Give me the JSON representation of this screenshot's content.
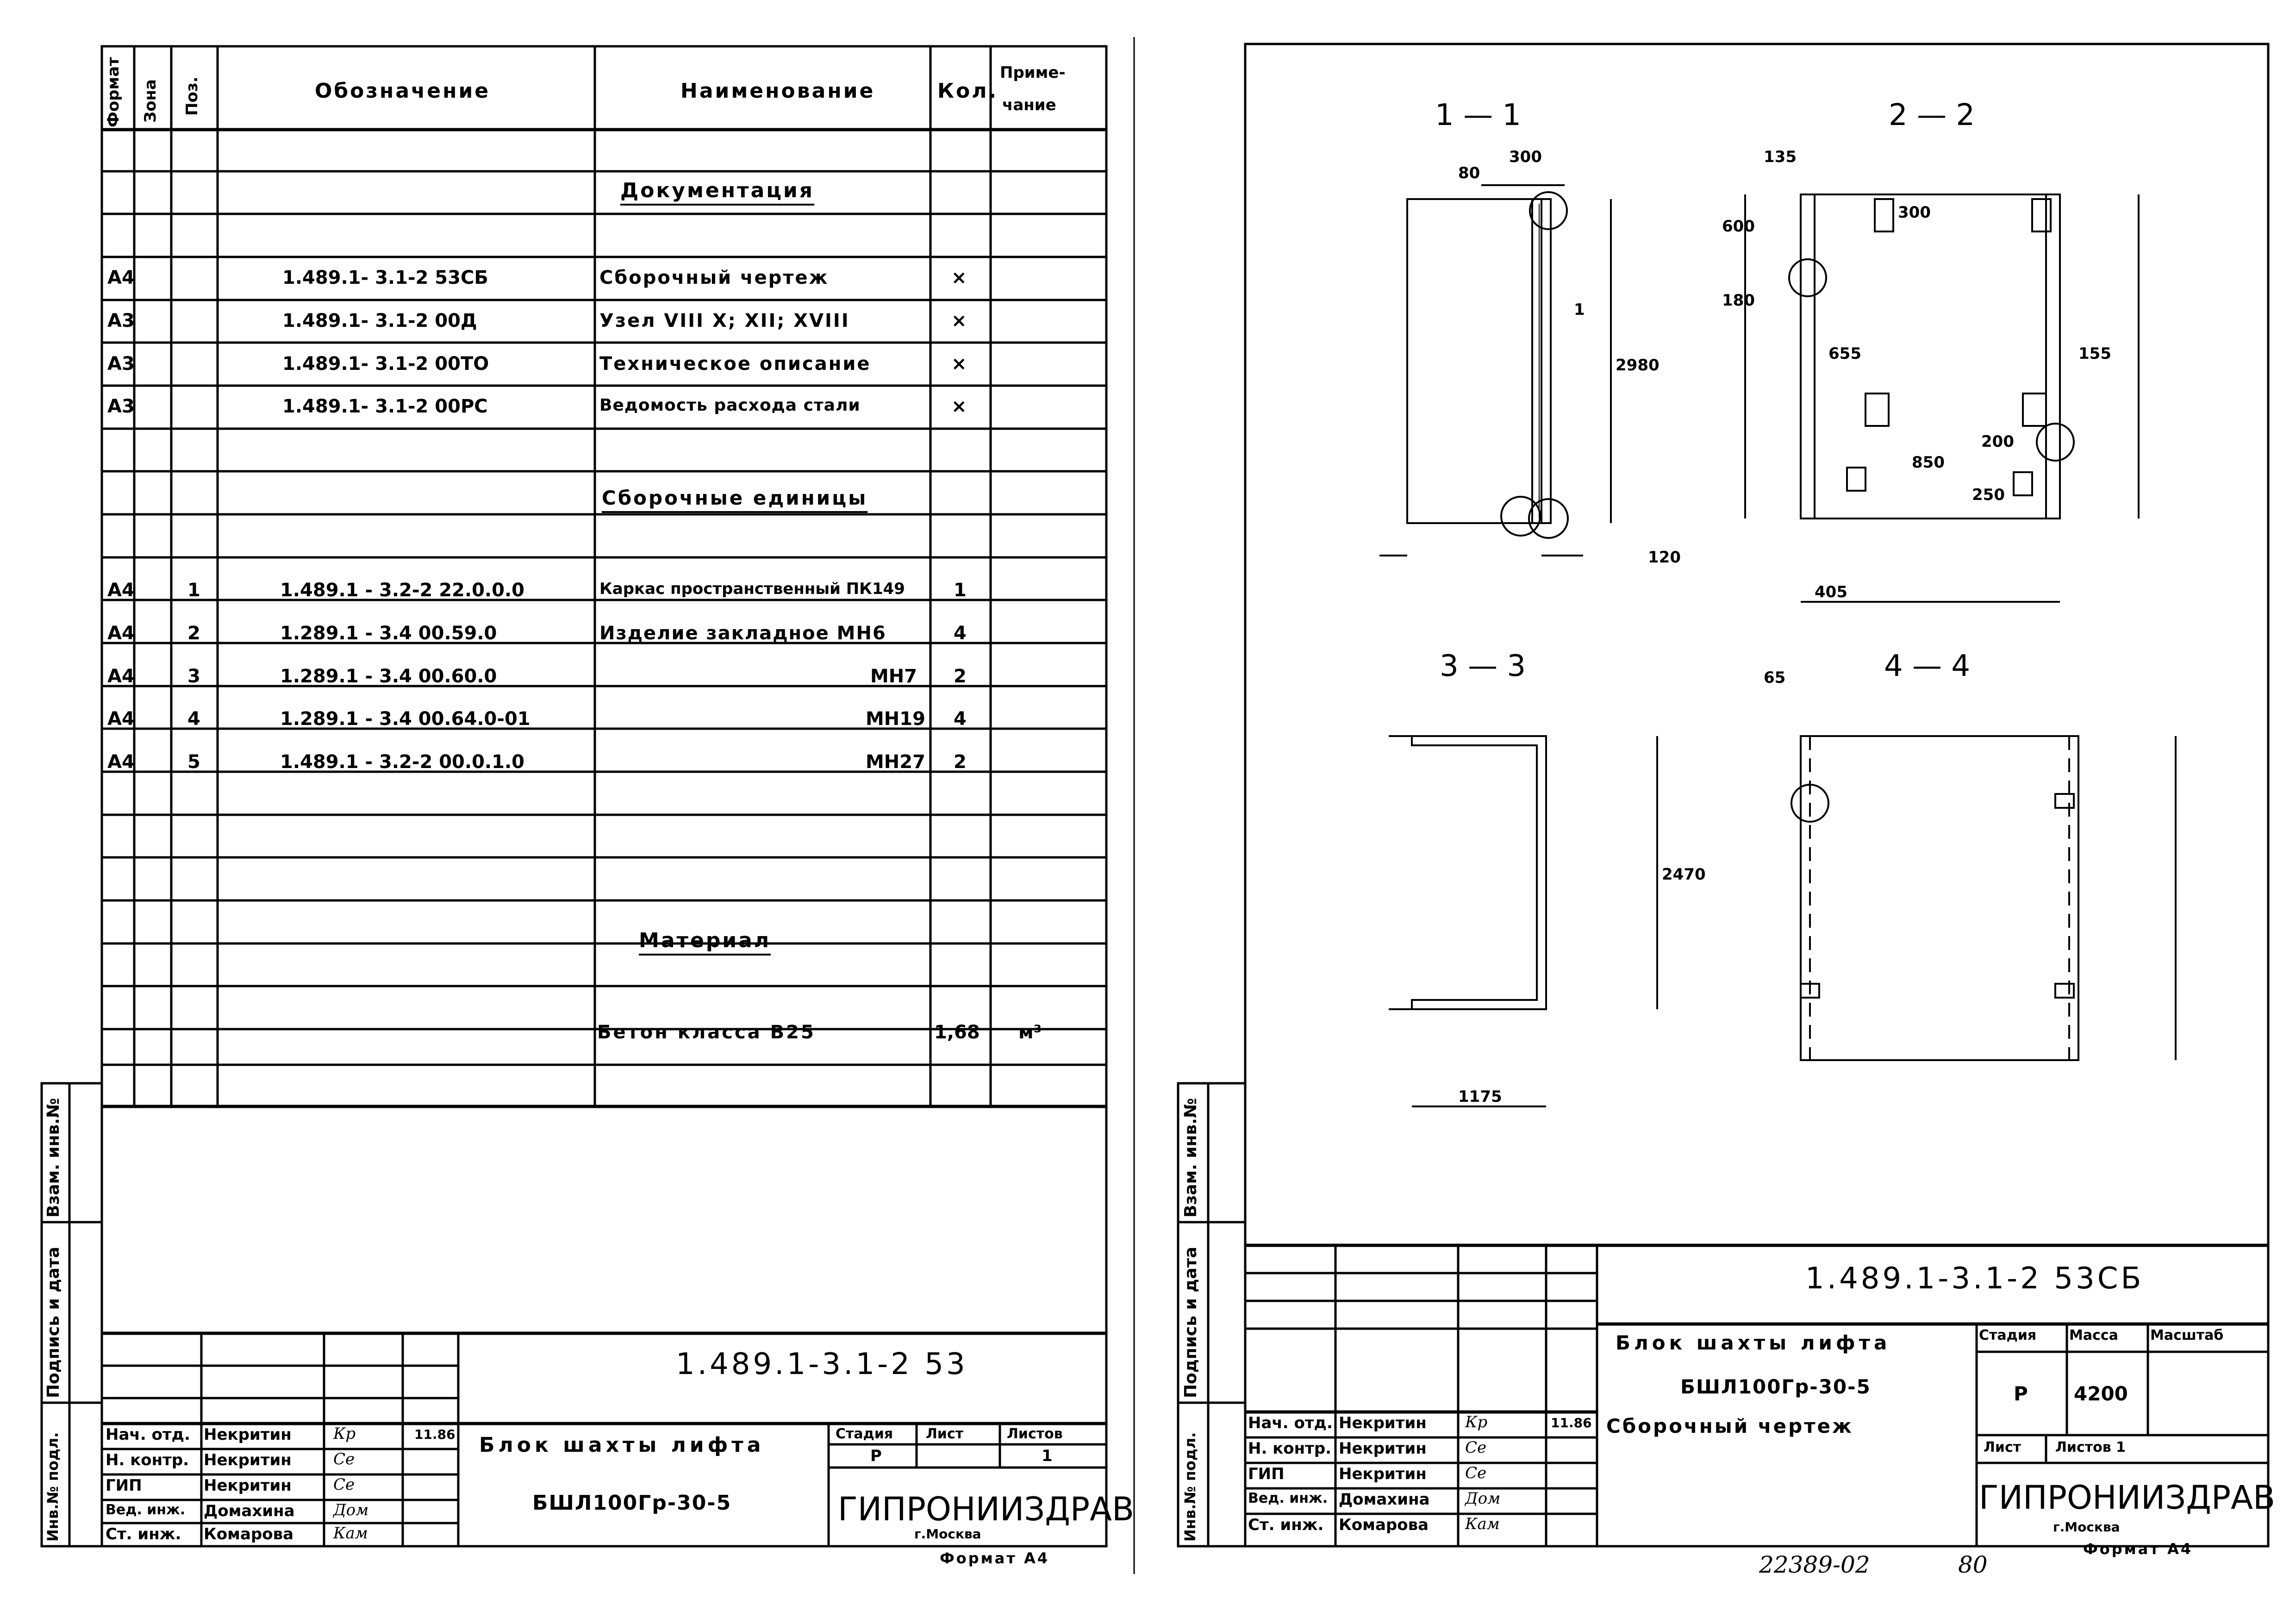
{
  "left_sheet": {
    "header": {
      "format": "Формат",
      "zone": "Зона",
      "pos": "Поз.",
      "designation": "Обозначение",
      "name": "Наименование",
      "qty": "Кол.",
      "note_1": "Приме-",
      "note_2": "чание"
    },
    "sections": {
      "documentation": "Документация",
      "assembly_units": "Сборочные единицы",
      "material": "Материал"
    },
    "documents": [
      {
        "format": "А4",
        "designation": "1.489.1- 3.1-2 53СБ",
        "name": "Сборочный чертеж",
        "qty": "×"
      },
      {
        "format": "А3",
        "designation": "1.489.1- 3.1-2 00Д",
        "name": "Узел VIII X; XII; XVIII",
        "qty": "×"
      },
      {
        "format": "А3",
        "designation": "1.489.1- 3.1-2 00ТО",
        "name": "Техническое описание",
        "qty": "×"
      },
      {
        "format": "А3",
        "designation": "1.489.1- 3.1-2 00РС",
        "name": "Ведомость расхода стали",
        "qty": "×"
      }
    ],
    "units": [
      {
        "format": "А4",
        "pos": "1",
        "designation": "1.489.1 - 3.2-2 22.0.0.0",
        "name": "Каркас пространственный ПК149",
        "qty": "1"
      },
      {
        "format": "А4",
        "pos": "2",
        "designation": "1.289.1 - 3.4 00.59.0",
        "name": "Изделие закладное МН6",
        "qty": "4"
      },
      {
        "format": "А4",
        "pos": "3",
        "designation": "1.289.1 - 3.4 00.60.0",
        "name": "МН7",
        "qty": "2"
      },
      {
        "format": "А4",
        "pos": "4",
        "designation": "1.289.1 - 3.4 00.64.0-01",
        "name": "МН19",
        "qty": "4"
      },
      {
        "format": "А4",
        "pos": "5",
        "designation": "1.489.1 - 3.2-2 00.0.1.0",
        "name": "МН27",
        "qty": "2"
      }
    ],
    "material_row": {
      "name": "Бетон класса В25",
      "qty": "1,68",
      "unit": "м³"
    },
    "title_block": {
      "code": "1.489.1-3.1-2 53",
      "title_1": "Блок шахты лифта",
      "title_2": "БШЛ100Гр-30-5",
      "stage_label": "Стадия",
      "sheet_label": "Лист",
      "sheets_label": "Листов",
      "stage": "Р",
      "sheet": "1",
      "org": "ГИПРОНИИЗДРАВ",
      "city": "г.Москва",
      "format": "Формат А4"
    }
  },
  "staff": [
    {
      "role": "Нач. отд.",
      "name": "Некритин",
      "sign": "Кр",
      "date": "11.86"
    },
    {
      "role": "Н. контр.",
      "name": "Некритин",
      "sign": "Се",
      "date": ""
    },
    {
      "role": "ГИП",
      "name": "Некритин",
      "sign": "Се",
      "date": ""
    },
    {
      "role": "Вед. инж.",
      "name": "Домахина",
      "sign": "Дом",
      "date": ""
    },
    {
      "role": "Ст. инж.",
      "name": "Комарова",
      "sign": "Кам",
      "date": ""
    }
  ],
  "side_stamps": {
    "a": "Инв.№ подл.",
    "b": "Подпись и дата",
    "c": "Взам. инв.№"
  },
  "right_sheet": {
    "sections": {
      "s11": "1 — 1",
      "s22": "2 — 2",
      "s33": "3 — 3",
      "s44": "4 — 4"
    },
    "dims": [
      "300",
      "80",
      "2980",
      "120",
      "180",
      "600",
      "655",
      "155",
      "300",
      "850",
      "200",
      "250",
      "405",
      "135",
      "2470",
      "1175",
      "65",
      "1"
    ],
    "title_block": {
      "code": "1.489.1-3.1-2 53СБ",
      "title_1": "Блок шахты лифта",
      "title_2": "БШЛ100Гр-30-5",
      "title_3": "Сборочный чертеж",
      "stage_label": "Стадия",
      "mass_label": "Масса",
      "scale_label": "Масштаб",
      "stage": "Р",
      "mass": "4200",
      "sheet_label": "Лист",
      "sheets_label": "Листов 1",
      "org": "ГИПРОНИИЗДРАВ",
      "city": "г.Москва",
      "format": "Формат А4"
    },
    "footer": {
      "archive": "22389-02",
      "page": "80"
    }
  }
}
